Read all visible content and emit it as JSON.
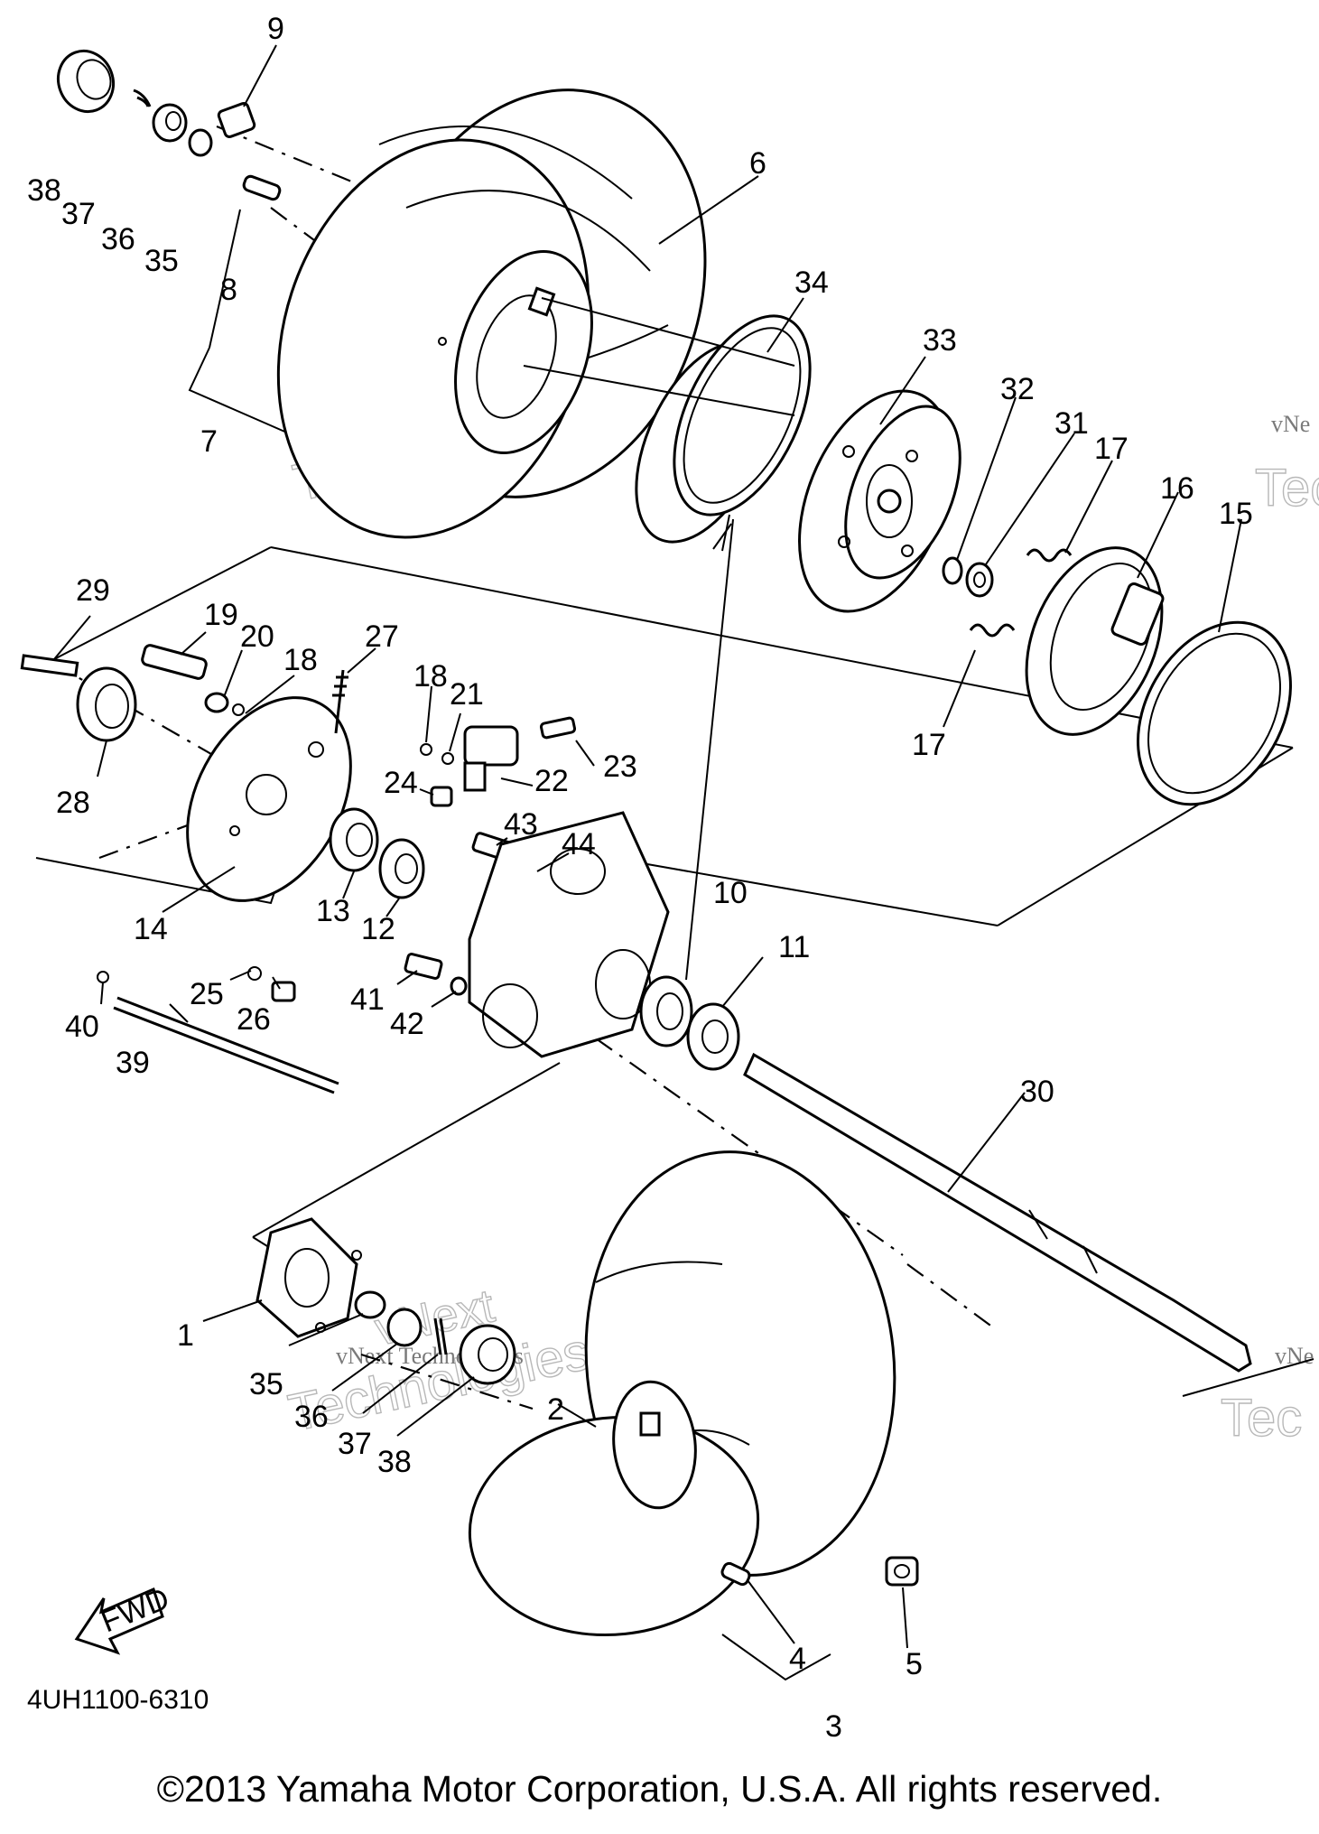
{
  "diagram": {
    "code": "4UH1100-6310",
    "fwd_label": "FWD",
    "copyright": "©2013 Yamaha Motor Corporation, U.S.A. All rights reserved.",
    "watermark": {
      "line1": "vNext",
      "line2": "Technologies",
      "small": "vNext Technologies",
      "edge1": "vNe",
      "edge2": "Tec"
    },
    "callouts": {
      "c1": "1",
      "c2": "2",
      "c3": "3",
      "c4": "4",
      "c5": "5",
      "c6": "6",
      "c7": "7",
      "c8": "8",
      "c9": "9",
      "c10": "10",
      "c11": "11",
      "c12": "12",
      "c13": "13",
      "c14": "14",
      "c15": "15",
      "c16": "16",
      "c17a": "17",
      "c17b": "17",
      "c18a": "18",
      "c18b": "18",
      "c19": "19",
      "c20": "20",
      "c21": "21",
      "c22": "22",
      "c23": "23",
      "c24": "24",
      "c25": "25",
      "c26": "26",
      "c27": "27",
      "c28": "28",
      "c29": "29",
      "c30": "30",
      "c31": "31",
      "c32": "32",
      "c33": "33",
      "c34": "34",
      "c35a": "35",
      "c35b": "35",
      "c36a": "36",
      "c36b": "36",
      "c37a": "37",
      "c37b": "37",
      "c38a": "38",
      "c38b": "38",
      "c39": "39",
      "c40": "40",
      "c41": "41",
      "c42": "42",
      "c43": "43",
      "c44": "44"
    }
  }
}
